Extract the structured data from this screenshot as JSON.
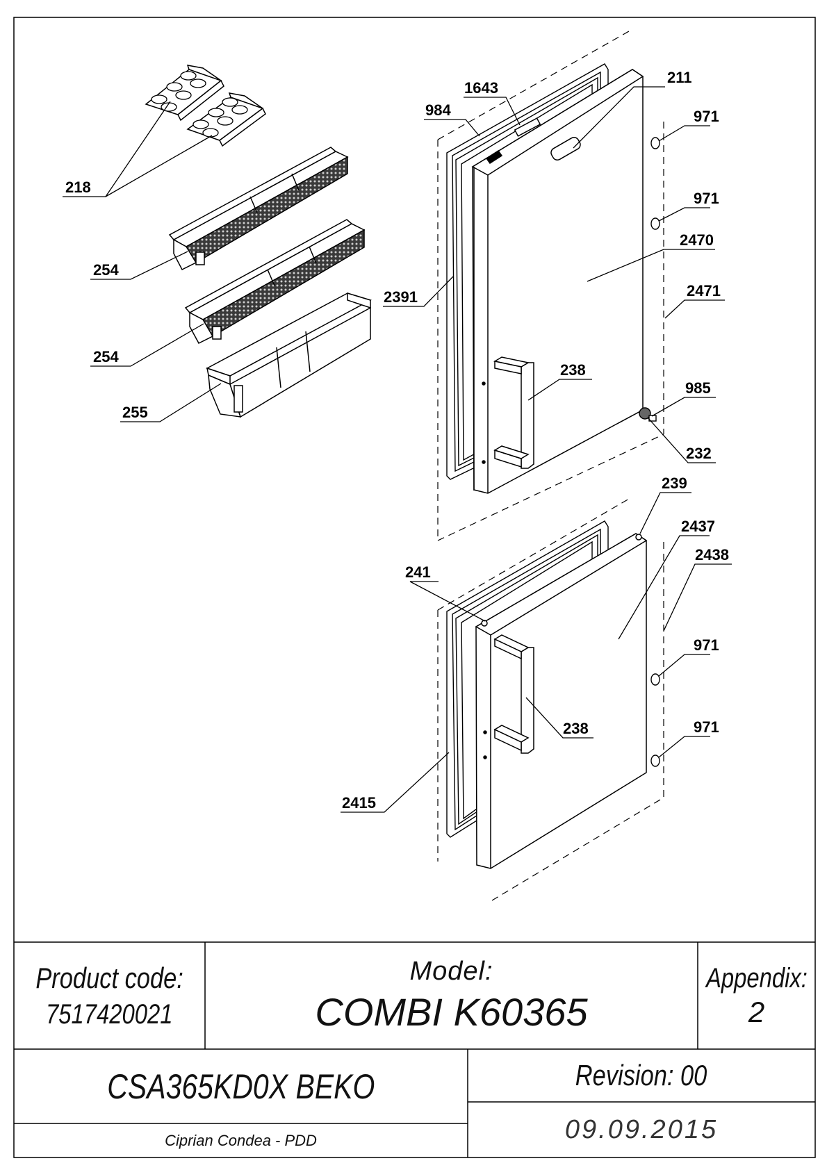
{
  "labels": {
    "l218": "218",
    "l254a": "254",
    "l254b": "254",
    "l255": "255",
    "l984": "984",
    "l1643": "1643",
    "l211": "211",
    "l971a": "971",
    "l971b": "971",
    "l971c": "971",
    "l971d": "971",
    "l2470": "2470",
    "l2471": "2471",
    "l2391": "2391",
    "l238a": "238",
    "l238b": "238",
    "l985": "985",
    "l232": "232",
    "l239": "239",
    "l2437": "2437",
    "l2438": "2438",
    "l241": "241",
    "l2415": "2415"
  },
  "title_block": {
    "product_code_label": "Product code:",
    "product_code": "7517420021",
    "model_label": "Model:",
    "model": "COMBI K60365",
    "appendix_label": "Appendix:",
    "appendix": "2",
    "product_name": "CSA365KD0X BEKO",
    "revision": "Revision: 00",
    "author": "Ciprian Condea - PDD",
    "date": "09.09.2015"
  }
}
